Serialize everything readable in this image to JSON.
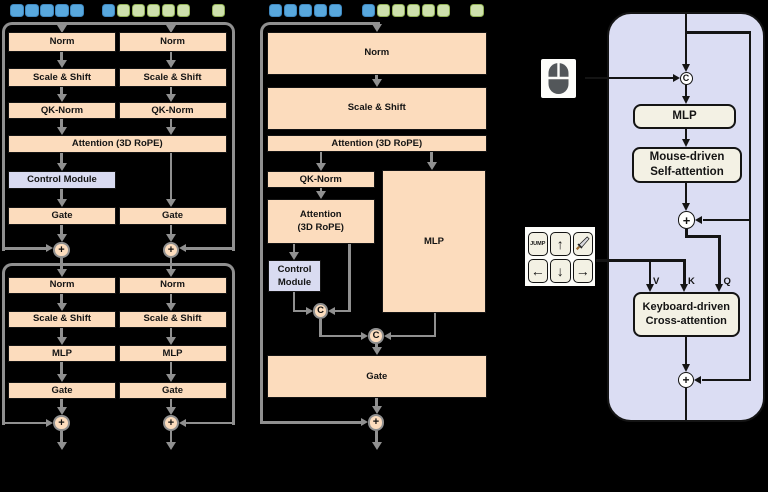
{
  "labels": {
    "norm": "Norm",
    "scale_shift": "Scale & Shift",
    "qk_norm": "QK-Norm",
    "attention_rope": "Attention (3D RoPE)",
    "attention": "Attention",
    "rope": "(3D RoPE)",
    "control_module": "Control Module",
    "control": "Control",
    "module": "Module",
    "gate": "Gate",
    "mlp": "MLP",
    "add": "+",
    "concat": "C"
  },
  "right_panel": {
    "mlp": "MLP",
    "self_attention_line1": "Mouse-driven",
    "self_attention_line2": "Self-attention",
    "cross_attention_line1": "Keyboard-driven",
    "cross_attention_line2": "Cross-attention",
    "v_label": "V",
    "k_label": "K",
    "q_label": "Q"
  },
  "keyboard_keys": {
    "jump": "JUMP",
    "up": "↑",
    "left": "←",
    "down": "↓",
    "right": "→"
  },
  "icons": [
    "mouse-icon",
    "sword-key-icon",
    "token-blue",
    "token-green"
  ],
  "colors": {
    "token_blue": "#58A8DE",
    "token_green": "#CFE1AD",
    "block_fill": "#FCDCBD",
    "control_fill": "#D9DBF1",
    "panel_fill": "#DBDDF3",
    "panel_box_fill": "#F3F1E4",
    "line_gray": "#909090",
    "line_black": "#141414",
    "background": "#000000"
  }
}
